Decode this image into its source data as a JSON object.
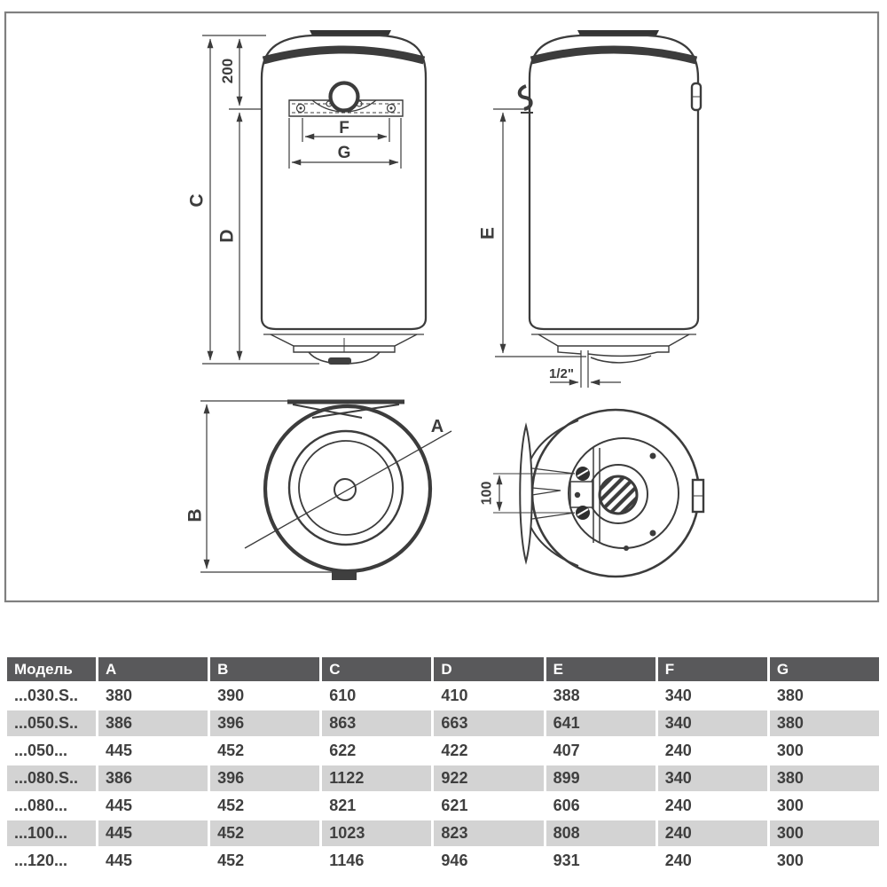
{
  "diagram": {
    "front_view": {
      "dim_200": "200",
      "dim_c": "C",
      "dim_d": "D",
      "dim_f": "F",
      "dim_g": "G"
    },
    "side_view": {
      "dim_e": "E",
      "dim_half_inch": "1/2\""
    },
    "top_view": {
      "dim_b": "B",
      "dim_a": "A"
    },
    "bottom_view": {
      "dim_100": "100"
    },
    "colors": {
      "line": "#3c3c3c",
      "frame": "#808080",
      "dark_fill": "#333333"
    }
  },
  "table": {
    "headers": [
      "Модель",
      "A",
      "B",
      "C",
      "D",
      "E",
      "F",
      "G"
    ],
    "rows": [
      [
        "...030.S..",
        "380",
        "390",
        "610",
        "410",
        "388",
        "340",
        "380"
      ],
      [
        "...050.S..",
        "386",
        "396",
        "863",
        "663",
        "641",
        "340",
        "380"
      ],
      [
        "...050...",
        "445",
        "452",
        "622",
        "422",
        "407",
        "240",
        "300"
      ],
      [
        "...080.S..",
        "386",
        "396",
        "1122",
        "922",
        "899",
        "340",
        "380"
      ],
      [
        "...080...",
        "445",
        "452",
        "821",
        "621",
        "606",
        "240",
        "300"
      ],
      [
        "...100...",
        "445",
        "452",
        "1023",
        "823",
        "808",
        "240",
        "300"
      ],
      [
        "...120...",
        "445",
        "452",
        "1146",
        "946",
        "931",
        "240",
        "300"
      ]
    ],
    "colors": {
      "header_bg": "#59595b",
      "header_text": "#ffffff",
      "row_alt_bg": "#d3d3d3",
      "cell_text": "#3f3f3f"
    }
  }
}
